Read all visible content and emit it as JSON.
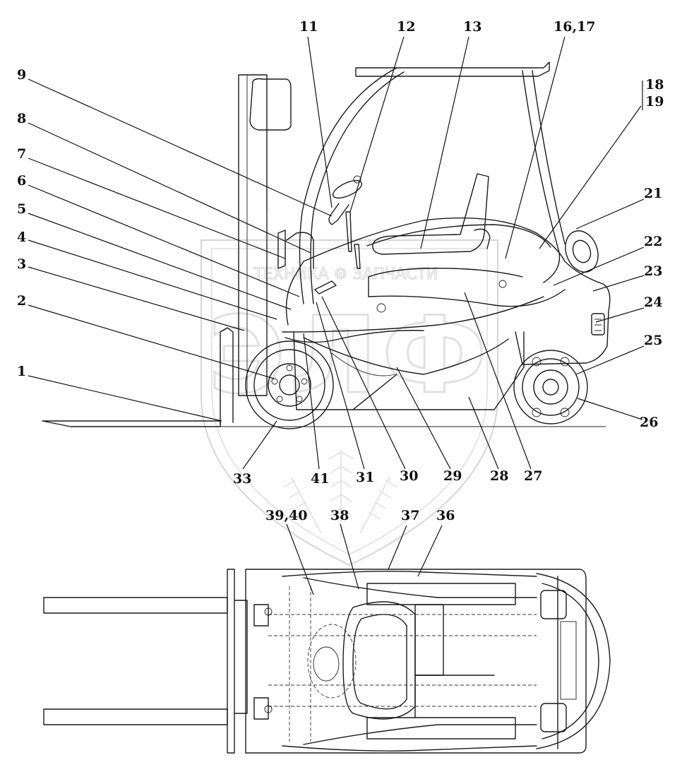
{
  "watermark": {
    "text": "ТЕХНИКА ⚙ ЗАПЧАСТИ",
    "letters": "ЭЛФ"
  },
  "callouts": [
    {
      "id": "c1",
      "label": "1"
    },
    {
      "id": "c2",
      "label": "2"
    },
    {
      "id": "c3",
      "label": "3"
    },
    {
      "id": "c4",
      "label": "4"
    },
    {
      "id": "c5",
      "label": "5"
    },
    {
      "id": "c6",
      "label": "6"
    },
    {
      "id": "c7",
      "label": "7"
    },
    {
      "id": "c8",
      "label": "8"
    },
    {
      "id": "c9",
      "label": "9"
    },
    {
      "id": "c11",
      "label": "11"
    },
    {
      "id": "c12",
      "label": "12"
    },
    {
      "id": "c13",
      "label": "13"
    },
    {
      "id": "c1617",
      "label": "16,17"
    },
    {
      "id": "c18",
      "label": "18"
    },
    {
      "id": "c19",
      "label": "19"
    },
    {
      "id": "c21",
      "label": "21"
    },
    {
      "id": "c22",
      "label": "22"
    },
    {
      "id": "c23",
      "label": "23"
    },
    {
      "id": "c24",
      "label": "24"
    },
    {
      "id": "c25",
      "label": "25"
    },
    {
      "id": "c26",
      "label": "26"
    },
    {
      "id": "c27",
      "label": "27"
    },
    {
      "id": "c28",
      "label": "28"
    },
    {
      "id": "c29",
      "label": "29"
    },
    {
      "id": "c30",
      "label": "30"
    },
    {
      "id": "c31",
      "label": "31"
    },
    {
      "id": "c41",
      "label": "41"
    },
    {
      "id": "c33",
      "label": "33"
    },
    {
      "id": "c3940",
      "label": "39,40"
    },
    {
      "id": "c38",
      "label": "38"
    },
    {
      "id": "c37",
      "label": "37"
    },
    {
      "id": "c36",
      "label": "36"
    }
  ]
}
